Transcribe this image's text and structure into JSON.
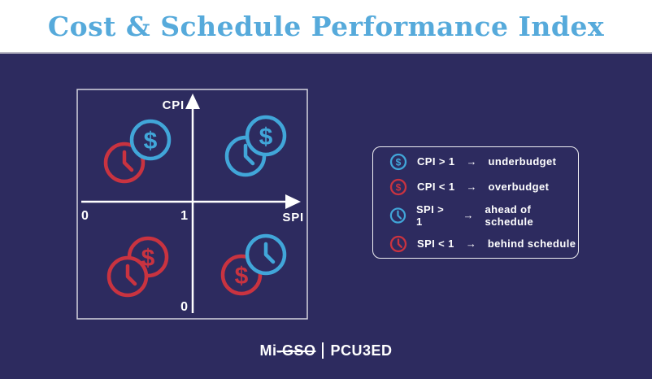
{
  "header": {
    "title": "Cost & Schedule Performance Index"
  },
  "chart": {
    "y_axis_label": "CPI",
    "x_axis_label": "SPI",
    "x_min_label": "0",
    "x_center_label": "1",
    "y_min_label": "0",
    "quadrants": [
      {
        "position": "top-left",
        "icons": [
          "clock-red",
          "dollar-blue"
        ]
      },
      {
        "position": "top-right",
        "icons": [
          "clock-blue",
          "dollar-blue"
        ]
      },
      {
        "position": "bottom-left",
        "icons": [
          "dollar-red",
          "clock-red"
        ]
      },
      {
        "position": "bottom-right",
        "icons": [
          "dollar-red",
          "clock-blue"
        ]
      }
    ]
  },
  "legend": {
    "rows": [
      {
        "icon": "dollar-blue-icon",
        "condition": "CPI > 1",
        "arrow": "→",
        "meaning": "underbudget"
      },
      {
        "icon": "dollar-red-icon",
        "condition": "CPI < 1",
        "arrow": "→",
        "meaning": "overbudget"
      },
      {
        "icon": "clock-blue-icon",
        "condition": "SPI > 1",
        "arrow": "→",
        "meaning": "ahead of schedule"
      },
      {
        "icon": "clock-red-icon",
        "condition": "SPI < 1",
        "arrow": "→",
        "meaning": "behind schedule"
      }
    ]
  },
  "icons": {
    "dollar_glyph": "$"
  },
  "logo": {
    "part_mi": "Mi",
    "part_gso": "-GSO",
    "part_pcubed": "PCU3ED"
  },
  "colors": {
    "navy_background": "#2d2b5f",
    "blue_accent": "#41a6d9",
    "red_accent": "#c93340",
    "title_blue": "#56aadb",
    "white": "#ffffff"
  }
}
